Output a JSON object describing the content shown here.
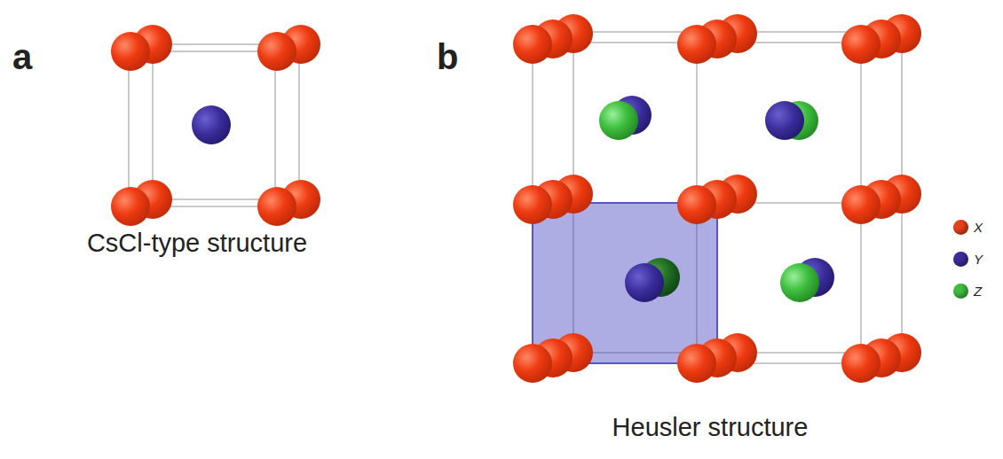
{
  "diagram": {
    "labels": [
      "a",
      "CsCl-type structure",
      "b",
      "Heusler structure"
    ],
    "legend": [
      {
        "text": "X",
        "color": "#e8421c"
      },
      {
        "text": "Y",
        "color": "#3b2d9c"
      },
      {
        "text": "Z",
        "color": "#3fbf3f"
      }
    ]
  }
}
